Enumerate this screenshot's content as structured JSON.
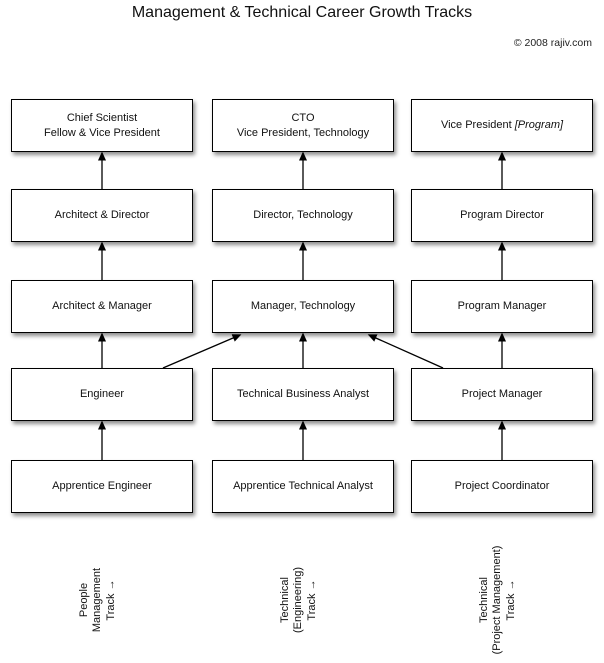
{
  "title": "Management & Technical Career Growth Tracks",
  "copyright": "© 2008 rajiv.com",
  "diagram": {
    "columns": [
      {
        "id": "people-management",
        "track_label_lines": [
          "People",
          "Management",
          "Track →"
        ],
        "boxes": [
          {
            "id": "chief-scientist",
            "lines": [
              "Chief Scientist",
              "Fellow & Vice President"
            ]
          },
          {
            "id": "architect-director",
            "lines": [
              "Architect & Director"
            ]
          },
          {
            "id": "architect-manager",
            "lines": [
              "Architect & Manager"
            ]
          },
          {
            "id": "engineer",
            "lines": [
              "Engineer"
            ]
          },
          {
            "id": "apprentice-engineer",
            "lines": [
              "Apprentice Engineer"
            ]
          }
        ]
      },
      {
        "id": "technical-engineering",
        "track_label_lines": [
          "Technical",
          "(Engineering)",
          "Track →"
        ],
        "boxes": [
          {
            "id": "cto",
            "lines": [
              "CTO",
              "Vice President, Technology"
            ]
          },
          {
            "id": "director-technology",
            "lines": [
              "Director, Technology"
            ]
          },
          {
            "id": "manager-technology",
            "lines": [
              "Manager, Technology"
            ]
          },
          {
            "id": "technical-business-analyst",
            "lines": [
              "Technical Business Analyst"
            ]
          },
          {
            "id": "apprentice-technical-analyst",
            "lines": [
              "Apprentice Technical Analyst"
            ]
          }
        ]
      },
      {
        "id": "technical-project-management",
        "track_label_lines": [
          "Technical",
          "(Project Management)",
          "Track →"
        ],
        "boxes": [
          {
            "id": "vice-president-program",
            "lines": [
              "Vice President [Program]"
            ],
            "italic": "[Program]"
          },
          {
            "id": "program-director",
            "lines": [
              "Program Director"
            ]
          },
          {
            "id": "program-manager",
            "lines": [
              "Program Manager"
            ]
          },
          {
            "id": "project-manager",
            "lines": [
              "Project Manager"
            ]
          },
          {
            "id": "project-coordinator",
            "lines": [
              "Project Coordinator"
            ]
          }
        ]
      }
    ],
    "edges": [
      {
        "from": "apprentice-engineer",
        "to": "engineer"
      },
      {
        "from": "engineer",
        "to": "architect-manager"
      },
      {
        "from": "architect-manager",
        "to": "architect-director"
      },
      {
        "from": "architect-director",
        "to": "chief-scientist"
      },
      {
        "from": "apprentice-technical-analyst",
        "to": "technical-business-analyst"
      },
      {
        "from": "technical-business-analyst",
        "to": "manager-technology"
      },
      {
        "from": "manager-technology",
        "to": "director-technology"
      },
      {
        "from": "director-technology",
        "to": "cto"
      },
      {
        "from": "project-coordinator",
        "to": "project-manager"
      },
      {
        "from": "project-manager",
        "to": "program-manager"
      },
      {
        "from": "program-manager",
        "to": "program-director"
      },
      {
        "from": "program-director",
        "to": "vice-president-program"
      },
      {
        "from": "engineer",
        "to": "manager-technology"
      },
      {
        "from": "project-manager",
        "to": "manager-technology"
      }
    ],
    "colors": {
      "box_fill": "#ffffff",
      "box_border": "#000000",
      "arrow": "#000000",
      "text": "#111111"
    }
  }
}
